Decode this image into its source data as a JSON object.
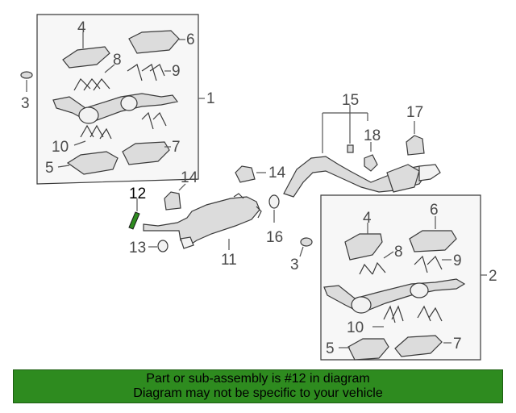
{
  "callouts": {
    "c4a": "4",
    "c6a": "6",
    "c8a": "8",
    "c9a": "9",
    "c1": "1",
    "c3a": "3",
    "c10a": "10",
    "c7a": "7",
    "c5a": "5",
    "c15": "15",
    "c17": "17",
    "c18": "18",
    "c14a": "14",
    "c14b": "14",
    "c12": "12",
    "c13": "13",
    "c11": "11",
    "c16": "16",
    "c3b": "3",
    "c4b": "4",
    "c6b": "6",
    "c8b": "8",
    "c9b": "9",
    "c2": "2",
    "c10b": "10",
    "c5b": "5",
    "c7b": "7"
  },
  "footer": {
    "line1": "Part or sub-assembly is #12 in diagram",
    "line2": "Diagram may not be specific to your vehicle"
  },
  "colors": {
    "highlight": "#2e8b1f",
    "part_fill": "#dcdcdc"
  }
}
